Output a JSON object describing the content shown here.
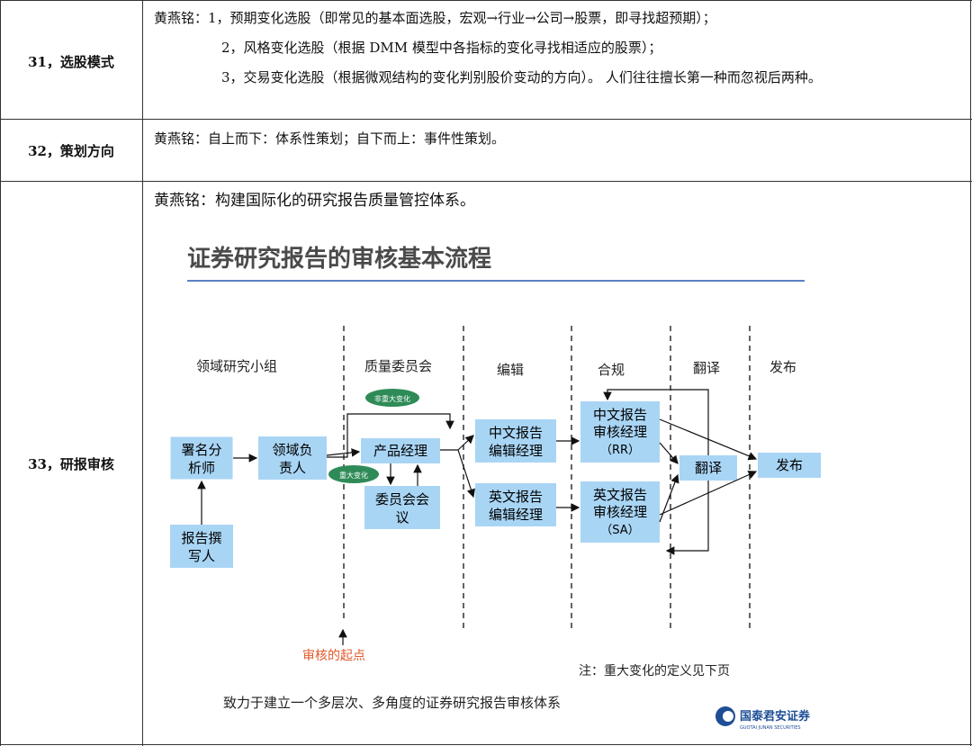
{
  "rows": [
    {
      "label": "31，选股模式",
      "lines": [
        "黄燕铭：1，预期变化选股（即常见的基本面选股，宏观→行业→公司→股票，即寻找超预期）；",
        "2，风格变化选股（根据 DMM 模型中各指标的变化寻找相适应的股票）；",
        "3，交易变化选股（根据微观结构的变化判别股价变动的方向）。 人们往往擅长第一种而忽视后两种。"
      ]
    },
    {
      "label": "32，策划方向",
      "lines": [
        "黄燕铭：自上而下：体系性策划；自下而上：事件性策划。"
      ]
    },
    {
      "label": "33，研报审核",
      "lines": [
        "黄燕铭：构建国际化的研究报告质量管控体系。"
      ]
    }
  ],
  "diagram": {
    "title": "证券研究报告的审核基本流程",
    "columns": [
      "领域研究小组",
      "质量委员会",
      "编辑",
      "合规",
      "翻译",
      "发布"
    ],
    "nodes": {
      "analyst": [
        "署名分",
        "析师"
      ],
      "writer": [
        "报告撰",
        "写人"
      ],
      "domain_head": [
        "领域负",
        "责人"
      ],
      "product_manager": "产品经理",
      "committee": [
        "委员会会",
        "议"
      ],
      "cn_editor": [
        "中文报告",
        "编辑经理"
      ],
      "en_editor": [
        "英文报告",
        "编辑经理"
      ],
      "rr": [
        "中文报告",
        "审核经理",
        "（RR）"
      ],
      "sa": [
        "英文报告",
        "审核经理",
        "（SA）"
      ],
      "translate": "翻译",
      "publish": "发布"
    },
    "badges": {
      "no_change": "非重大变化",
      "major_change": "重大变化"
    },
    "start_label": "审核的起点",
    "note": "注：重大变化的定义见下页",
    "footer": "致力于建立一个多层次、多角度的证券研究报告审核体系",
    "logo_text": "国泰君安证券",
    "logo_sub": "GUOTAI JUNAN SECURITIES",
    "colors": {
      "box_fill": "#a9d5f5",
      "title_color": "#4a4a4a",
      "title_rule": "#5b7fc4",
      "badge_fill": "#2e8b57",
      "start_color": "#e05a2a",
      "logo_color": "#1f4e96"
    }
  }
}
